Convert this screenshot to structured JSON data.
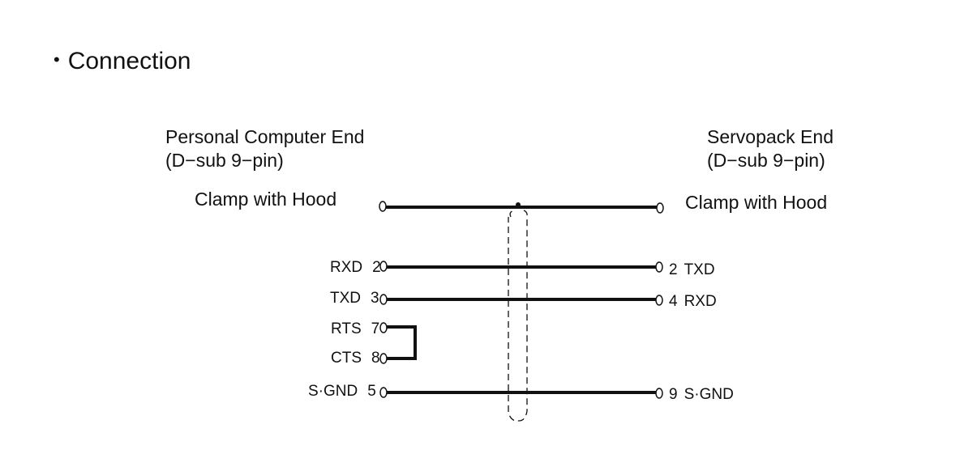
{
  "heading": {
    "bullet": "•",
    "title": "Connection"
  },
  "left_end": {
    "title": "Personal Computer End",
    "subtitle": "(D−sub 9−pin)",
    "clamp": "Clamp with Hood"
  },
  "right_end": {
    "title": "Servopack End",
    "subtitle": "(D−sub 9−pin)",
    "clamp": "Clamp with Hood"
  },
  "left_pins": [
    {
      "signal": "RXD",
      "pin": "2"
    },
    {
      "signal": "TXD",
      "pin": "3"
    },
    {
      "signal": "RTS",
      "pin": "7"
    },
    {
      "signal": "CTS",
      "pin": "8"
    },
    {
      "signal": "S·GND",
      "pin": "5"
    }
  ],
  "right_pins": [
    {
      "pin": "2",
      "signal": "TXD"
    },
    {
      "pin": "4",
      "signal": "RXD"
    },
    {
      "pin": "9",
      "signal": "S·GND"
    }
  ],
  "colors": {
    "line": "#111111",
    "background": "#ffffff"
  }
}
